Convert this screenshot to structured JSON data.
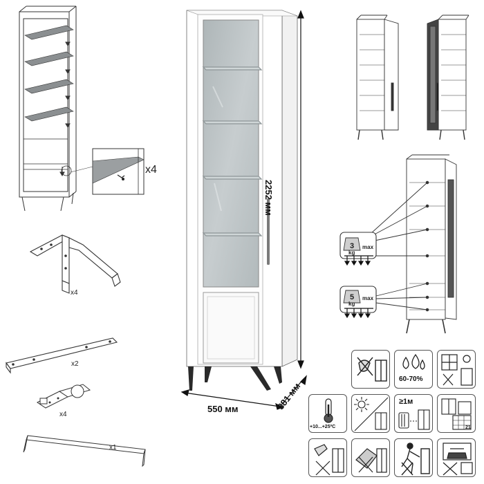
{
  "dimensions": {
    "height": "2252 мм",
    "width": "550 мм",
    "depth": "381 мм"
  },
  "parts": {
    "shelf_fix_qty": "x4",
    "legs_qty": "x4",
    "brackets_qty": "x2",
    "hinges_qty": "x4",
    "handle_qty": "x1"
  },
  "load": {
    "glass_shelf_weight_value": "3",
    "glass_shelf_weight_unit": "kg",
    "glass_shelf_max": "max",
    "bottom_shelf_weight_value": "5",
    "bottom_shelf_weight_unit": "kg",
    "bottom_shelf_max": "max"
  },
  "care": {
    "humidity": "60-70%",
    "distance": "≥1м",
    "temperature": "+10...+25ºC",
    "calendar_day": "21"
  },
  "icons": [
    "no-wet-cleaning-icon",
    "humidity-icon",
    "no-window-placement-icon",
    "thermometer-icon",
    "no-direct-sun-icon",
    "heater-distance-icon",
    "calendar-ventilation-icon",
    "no-aggressive-cleaner-icon",
    "no-abrasive-cleaning-icon",
    "no-overload-hanging-icon",
    "no-heavy-objects-icon"
  ],
  "colors": {
    "cabinet": "#ffffff",
    "glass": "#b9c1c3",
    "legs": "#2a2a2a",
    "line": "#333333"
  }
}
